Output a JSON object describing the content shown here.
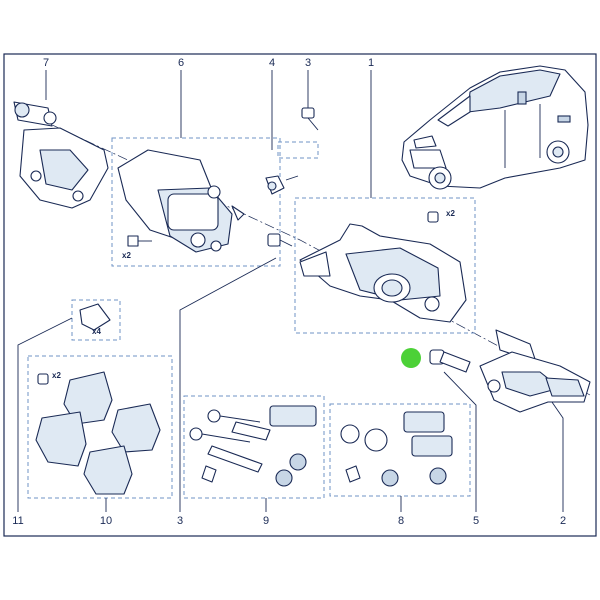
{
  "diagram": {
    "callouts": [
      "1",
      "2",
      "3",
      "3",
      "4",
      "5",
      "6",
      "7",
      "8",
      "9",
      "10",
      "11"
    ],
    "quantity_marks": [
      "x2",
      "x2",
      "x4",
      "x2"
    ],
    "colors": {
      "line": "#1a2a55",
      "dashed_box": "#6f93c5",
      "part_tint": "#dfe9f3",
      "marker": "#4cd137"
    },
    "marker": {
      "label": "",
      "color": "#4cd137"
    }
  }
}
